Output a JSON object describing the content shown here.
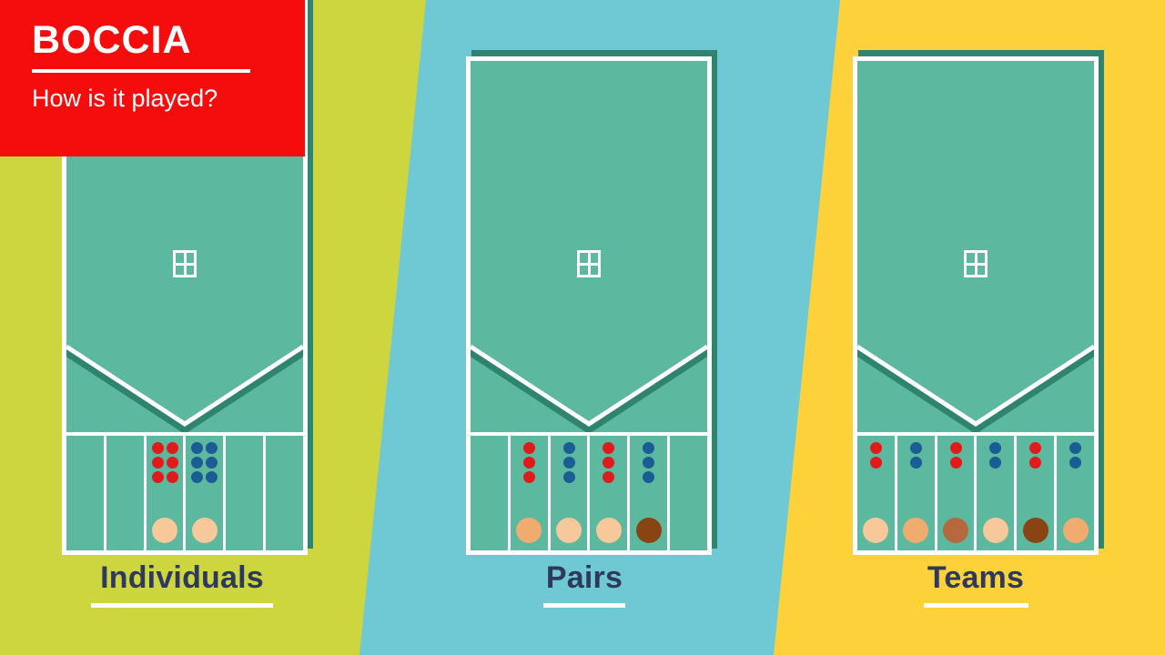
{
  "title_card": {
    "heading": "BOCCIA",
    "subheading": "How is it played?",
    "background_color": "#F50C0C",
    "text_color": "#FFFFFF"
  },
  "palette": {
    "panel_green": "#CDD63F",
    "panel_cyan": "#6FC9D4",
    "panel_yellow": "#FCD139",
    "court_green": "#5CB89F",
    "court_shadow": "#2F8470",
    "court_line": "#FFFFFF",
    "ball_red": "#E01B1B",
    "ball_blue": "#1A5C94",
    "label_text": "#2E3A5C",
    "jack_light": "#F7C89A",
    "jack_tan": "#F0AC6E",
    "jack_sienna": "#B5693C",
    "jack_brown": "#8A4414"
  },
  "courts": [
    {
      "id": "individuals",
      "label": "Individuals",
      "panel": "green",
      "box_count": 6,
      "boxes": [
        {
          "ball_color": null,
          "ball_count": 0,
          "ball_layout": "none",
          "jack_color": null
        },
        {
          "ball_color": null,
          "ball_count": 0,
          "ball_layout": "none",
          "jack_color": null
        },
        {
          "ball_color": "#E01B1B",
          "ball_count": 6,
          "ball_layout": "grid-2x3",
          "jack_color": "#F7C89A"
        },
        {
          "ball_color": "#1A5C94",
          "ball_count": 6,
          "ball_layout": "grid-2x3",
          "jack_color": "#F7C89A"
        },
        {
          "ball_color": null,
          "ball_count": 0,
          "ball_layout": "none",
          "jack_color": null
        },
        {
          "ball_color": null,
          "ball_count": 0,
          "ball_layout": "none",
          "jack_color": null
        }
      ]
    },
    {
      "id": "pairs",
      "label": "Pairs",
      "panel": "cyan",
      "box_count": 6,
      "boxes": [
        {
          "ball_color": null,
          "ball_count": 0,
          "ball_layout": "none",
          "jack_color": null
        },
        {
          "ball_color": "#E01B1B",
          "ball_count": 3,
          "ball_layout": "column",
          "jack_color": "#F0AC6E"
        },
        {
          "ball_color": "#1A5C94",
          "ball_count": 3,
          "ball_layout": "column",
          "jack_color": "#F7C89A"
        },
        {
          "ball_color": "#E01B1B",
          "ball_count": 3,
          "ball_layout": "column",
          "jack_color": "#F7C89A"
        },
        {
          "ball_color": "#1A5C94",
          "ball_count": 3,
          "ball_layout": "column",
          "jack_color": "#8A4414"
        },
        {
          "ball_color": null,
          "ball_count": 0,
          "ball_layout": "none",
          "jack_color": null
        }
      ]
    },
    {
      "id": "teams",
      "label": "Teams",
      "panel": "yellow",
      "box_count": 6,
      "boxes": [
        {
          "ball_color": "#E01B1B",
          "ball_count": 2,
          "ball_layout": "column",
          "jack_color": "#F7C89A"
        },
        {
          "ball_color": "#1A5C94",
          "ball_count": 2,
          "ball_layout": "column",
          "jack_color": "#F0AC6E"
        },
        {
          "ball_color": "#E01B1B",
          "ball_count": 2,
          "ball_layout": "column",
          "jack_color": "#B5693C"
        },
        {
          "ball_color": "#1A5C94",
          "ball_count": 2,
          "ball_layout": "column",
          "jack_color": "#F7C89A"
        },
        {
          "ball_color": "#E01B1B",
          "ball_count": 2,
          "ball_layout": "column",
          "jack_color": "#8A4414"
        },
        {
          "ball_color": "#1A5C94",
          "ball_count": 2,
          "ball_layout": "column",
          "jack_color": "#F0AC6E"
        }
      ]
    }
  ]
}
